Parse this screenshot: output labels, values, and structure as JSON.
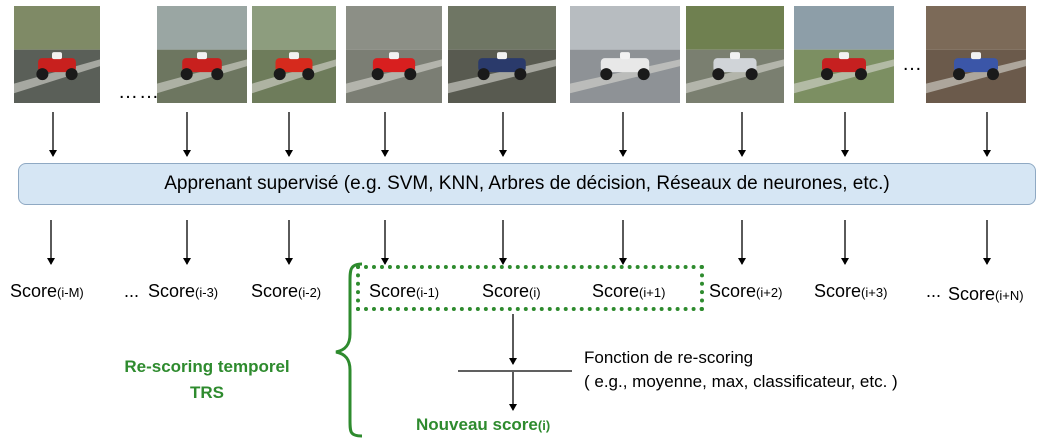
{
  "frames": [
    {
      "name": "frame-grid-start",
      "sky": "#7f8a66",
      "ground": "#5a5f58",
      "accent": "#c8201e"
    },
    {
      "name": "frame-car-airborne-1",
      "sky": "#9aa6a3",
      "ground": "#6d7660",
      "accent": "#c8201e"
    },
    {
      "name": "frame-car-airborne-2",
      "sky": "#8d9d7e",
      "ground": "#6e7c5b",
      "accent": "#d62a1d"
    },
    {
      "name": "frame-driver-on-track",
      "sky": "#8c8f86",
      "ground": "#7b7e74",
      "accent": "#d81f1f"
    },
    {
      "name": "frame-car-crash-barrier",
      "sky": "#6f7664",
      "ground": "#585a50",
      "accent": "#2a3a6b"
    },
    {
      "name": "frame-car-wreck-fence",
      "sky": "#b7bcc0",
      "ground": "#8e9296",
      "accent": "#e8e8e8"
    },
    {
      "name": "frame-car-debris",
      "sky": "#6f8050",
      "ground": "#7a7f70",
      "accent": "#d0d4d8"
    },
    {
      "name": "frame-multi-car-collision",
      "sky": "#8d9ea8",
      "ground": "#7c8f62",
      "accent": "#c62020"
    },
    {
      "name": "frame-car-flipping",
      "sky": "#7c6a58",
      "ground": "#6b5a4b",
      "accent": "#3b56a8"
    }
  ],
  "ellipsis_top_left": "……",
  "ellipsis_top_right": "…",
  "learner_box": "Apprenant supervisé (e.g. SVM, KNN, Arbres de décision, Réseaux de neurones, etc.)",
  "scores": [
    {
      "label": "Score",
      "sub": "(i-M)"
    },
    {
      "label": "Score",
      "sub": "(i-3)"
    },
    {
      "label": "Score",
      "sub": "(i-2)"
    },
    {
      "label": "Score",
      "sub": "(i-1)"
    },
    {
      "label": "Score",
      "sub": "(i)"
    },
    {
      "label": "Score",
      "sub": "(i+1)"
    },
    {
      "label": "Score",
      "sub": "(i+2)"
    },
    {
      "label": "Score",
      "sub": "(i+3)"
    },
    {
      "label": "Score",
      "sub": "(i+N)"
    }
  ],
  "score_ellipsis": "...",
  "trs": {
    "line1": "Re-scoring temporel",
    "line2": "TRS"
  },
  "function": {
    "line1": "Fonction de re-scoring",
    "line2": "( e.g., moyenne, max, classificateur, etc. )"
  },
  "new_score": {
    "label": "Nouveau score",
    "sub": "(i)"
  },
  "colors": {
    "green": "#2e8b2e",
    "box_fill": "#d6e6f4",
    "box_border": "#8fa9c3"
  }
}
